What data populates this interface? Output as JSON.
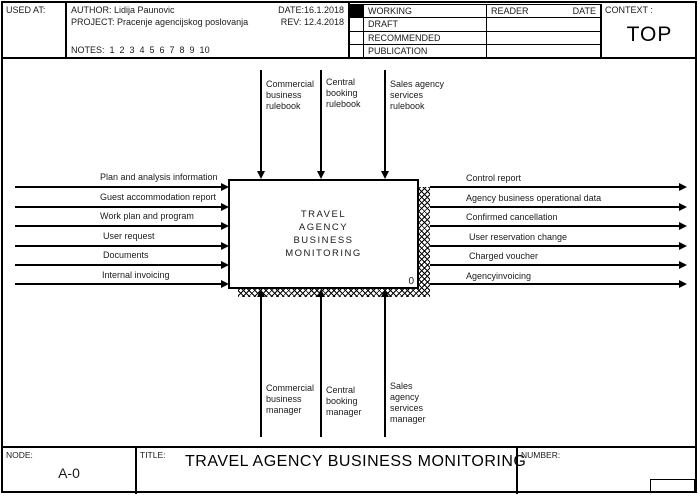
{
  "header": {
    "used_at_label": "USED AT:",
    "author_label": "AUTHOR:",
    "author_value": "Lidija Paunovic",
    "date_label": "DATE:",
    "date_value": "16.1.2018",
    "project_label": "PROJECT:",
    "project_value": "Pracenje agencijskog poslovanja",
    "rev_label": "REV:",
    "rev_value": "12.4.2018",
    "notes_line": "NOTES:  1  2  3  4  5  6  7  8  9  10",
    "status_rows": [
      "WORKING",
      "DRAFT",
      "RECOMMENDED",
      "PUBLICATION"
    ],
    "status_checked": "WORKING",
    "reader_label": "READER",
    "date_col_label": "DATE",
    "context_label": "CONTEXT :",
    "context_value": "TOP"
  },
  "diagram": {
    "activity": {
      "title": "TRAVEL\nAGENCY\nBUSINESS\nMONITORING",
      "number": "0"
    },
    "controls": [
      "Commercial\nbusiness\nrulebook",
      "Central\nbooking\nrulebook",
      "Sales agency\nservices\nrulebook"
    ],
    "inputs": [
      "Plan and analysis information",
      "Guest accommodation report",
      "Work plan and program",
      "User request",
      "Documents",
      "Internal invoicing"
    ],
    "outputs": [
      "Control report",
      "Agency business operational data",
      "Confirmed cancellation",
      "User reservation change",
      "Charged voucher",
      "Agencyinvoicing"
    ],
    "mechanisms": [
      "Commercial\nbusiness\nmanager",
      "Central\nbooking\nmanager",
      "Sales\nagency\nservices\nmanager"
    ]
  },
  "footer": {
    "node_label": "NODE:",
    "node_value": "A-0",
    "title_label": "TITLE:",
    "title_value": "TRAVEL AGENCY BUSINESS MONITORING",
    "number_label": "NUMBER:"
  }
}
